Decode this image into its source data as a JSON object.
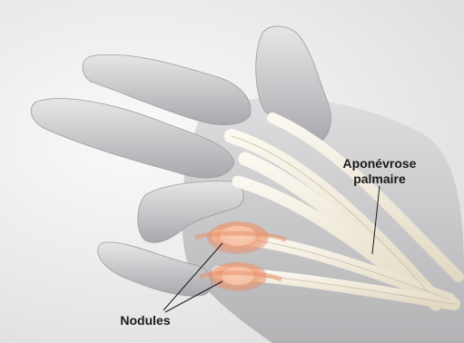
{
  "labels": {
    "aponevrose_line1": "Aponévrose",
    "aponevrose_line2": "palmaire",
    "nodules": "Nodules"
  },
  "colors": {
    "skin": "#c9c9cb",
    "skin_shadow": "#9c9c9f",
    "tendon": "#f1ead9",
    "nodule": "#e8926a",
    "label_text": "#1a1a1a"
  }
}
